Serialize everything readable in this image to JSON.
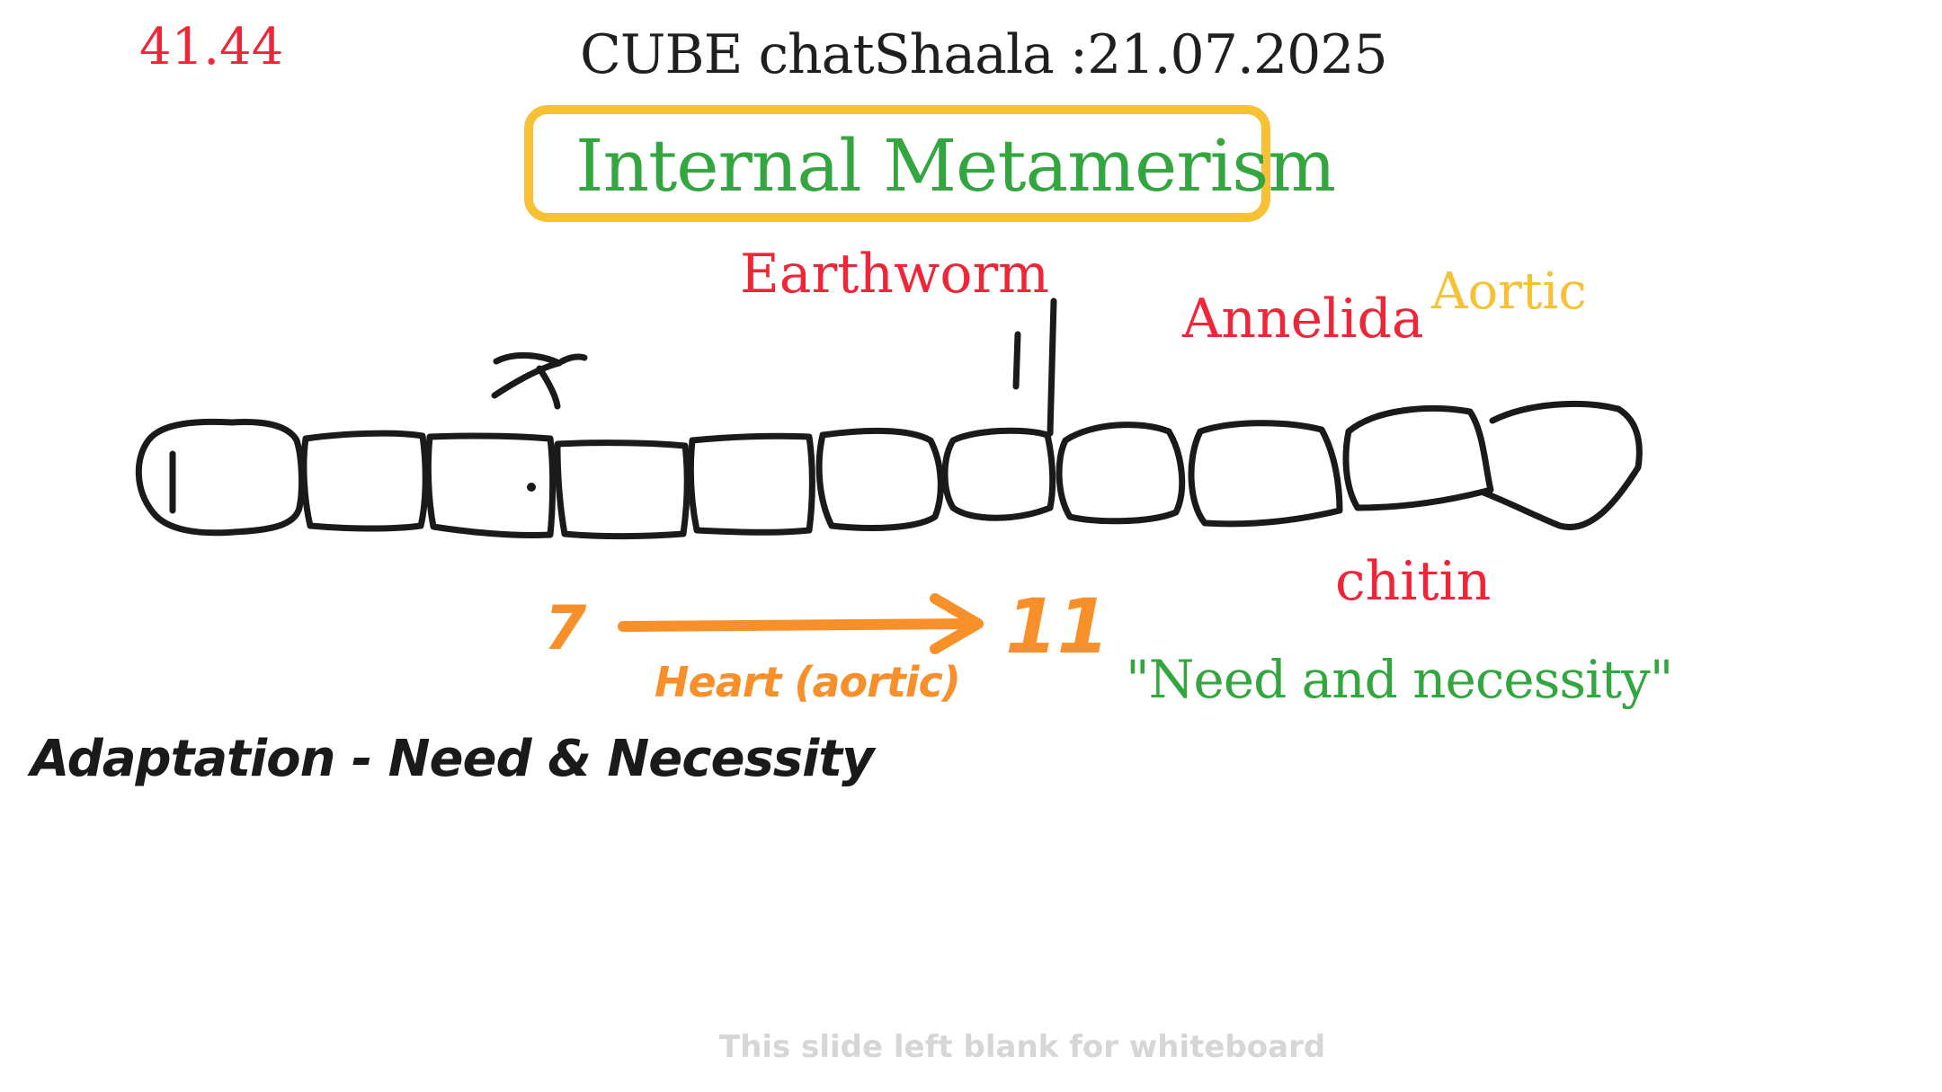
{
  "slide": {
    "counter": "41.44",
    "header_title": "CUBE chatShaala :21.07.2025",
    "topic_title": "Internal Metamerism",
    "footer_note": "This slide left blank for whiteboard"
  },
  "annotations": {
    "earthworm": "Earthworm",
    "annelida": "Annelida",
    "aortic": "Aortic",
    "chitin": "chitin",
    "quote": "\"Need and necessity\"",
    "segment_start": "7",
    "segment_end": "11",
    "heart": "Heart (aortic)",
    "adaptation": "Adaptation - Need & Necessity"
  },
  "colors": {
    "red": "#ef2637",
    "green": "#33a63f",
    "yellow": "#f6c135",
    "orange": "#f7902a",
    "ink": "#1a1a1a"
  }
}
